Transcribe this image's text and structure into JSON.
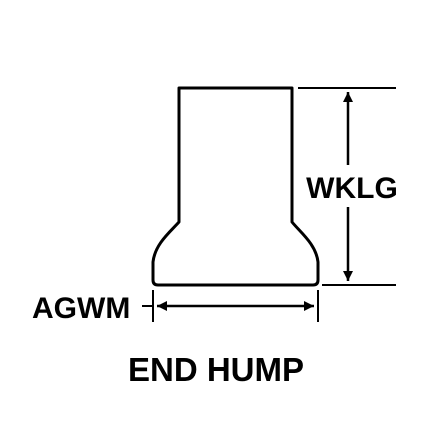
{
  "labels": {
    "height_dimension": "WKLG",
    "width_dimension": "AGWM",
    "caption": "END HUMP"
  },
  "colors": {
    "stroke": "#000000",
    "background": "#ffffff"
  }
}
